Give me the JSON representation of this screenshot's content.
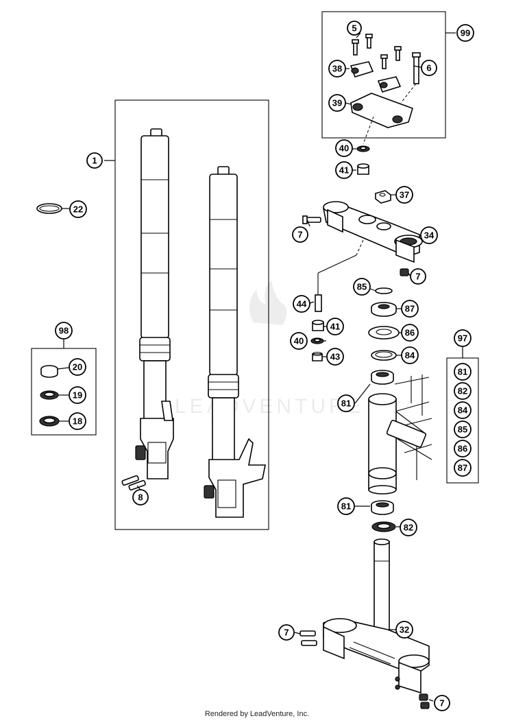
{
  "callouts": {
    "c1": "1",
    "c5": "5",
    "c99": "99",
    "c38": "38",
    "c6": "6",
    "c39": "39",
    "c40a": "40",
    "c41a": "41",
    "c37": "37",
    "c22": "22",
    "c7a": "7",
    "c34": "34",
    "c7b": "7",
    "c85": "85",
    "c44": "44",
    "c87": "87",
    "c41b": "41",
    "c98": "98",
    "c97": "97",
    "c86": "86",
    "c40b": "40",
    "c20": "20",
    "c43": "43",
    "c84": "84",
    "c19": "19",
    "c81a": "81",
    "c18": "18",
    "c8": "8",
    "c81b": "81",
    "c82": "82",
    "c7c": "7",
    "c32": "32",
    "c7d": "7"
  },
  "kit97": [
    "81",
    "82",
    "84",
    "85",
    "86",
    "87"
  ],
  "watermark": "LEADVENTURE",
  "footer": "Rendered by LeadVenture, Inc."
}
